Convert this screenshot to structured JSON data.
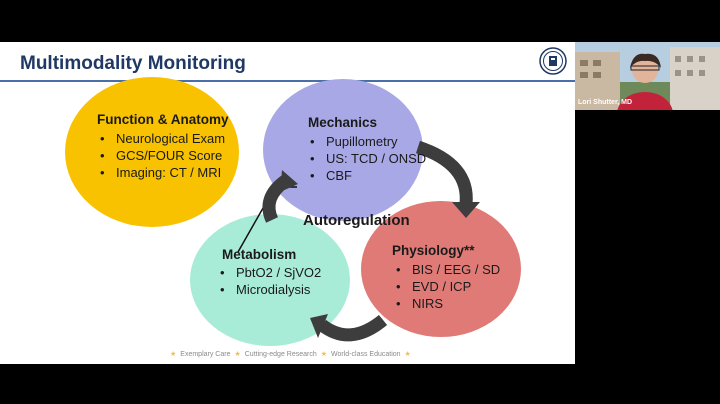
{
  "slide": {
    "title": "Multimodality Monitoring",
    "center_label": "Autoregulation",
    "circles": [
      {
        "id": "function",
        "heading": "Function & Anatomy",
        "color": "#f8c200",
        "items": [
          "Neurological Exam",
          "GCS/FOUR Score",
          "Imaging: CT / MRI"
        ]
      },
      {
        "id": "mechanics",
        "heading": "Mechanics",
        "color": "#a8a8e6",
        "items": [
          "Pupillometry",
          "US: TCD / ONSD",
          "CBF"
        ]
      },
      {
        "id": "metabolism",
        "heading": "Metabolism",
        "color": "#a8ecd8",
        "items": [
          "PbtO2 / SjVO2",
          "Microdialysis"
        ]
      },
      {
        "id": "physiology",
        "heading": "Physiology**",
        "color": "#e07a76",
        "items": [
          "BIS / EEG / SD",
          "EVD / ICP",
          "NIRS"
        ]
      }
    ],
    "footer": [
      "Exemplary Care",
      "Cutting-edge Research",
      "World-class Education"
    ]
  },
  "webcam": {
    "participant_name": "Lori Shutter, MD"
  }
}
